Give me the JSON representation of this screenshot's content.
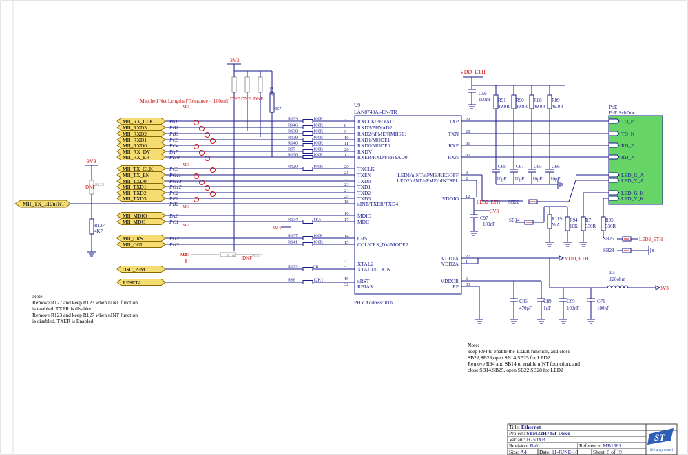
{
  "sheet": {
    "matched_net_note": "Matched Net Lengths [Tolerance = 100mil]",
    "mii_marker": "MII",
    "dnf": "DNF",
    "na": "N/A"
  },
  "power": {
    "v3v3": "3V3",
    "vdd_eth": "VDD_ETH"
  },
  "chip": {
    "ref": "U9",
    "part": "LAN8740Ai-EN-TR",
    "phy_address": "PHY Address: 01h",
    "left_pins": [
      {
        "num": "7",
        "name": "RXCLK/PHYAD1"
      },
      {
        "num": "8",
        "name": "RXD3/PHYAD2"
      },
      {
        "num": "9",
        "name": "RXD2/nPME/RMIISE;"
      },
      {
        "num": "10",
        "name": "RXD1/MODE1"
      },
      {
        "num": "11",
        "name": "RXD0/MODE0"
      },
      {
        "num": "26",
        "name": "RXDV"
      },
      {
        "num": "13",
        "name": "RXER/RXD4/PHYAD0"
      },
      {
        "num": "20",
        "name": "TXCLK"
      },
      {
        "num": "21",
        "name": "TXEN"
      },
      {
        "num": "22",
        "name": "TXD0"
      },
      {
        "num": "23",
        "name": "TXD1"
      },
      {
        "num": "24",
        "name": "TXD2"
      },
      {
        "num": "25",
        "name": "TXD3"
      },
      {
        "num": "18",
        "name": "nINT/TXER/TXD4"
      },
      {
        "num": "16",
        "name": "MDIO"
      },
      {
        "num": "17",
        "name": "MDC"
      },
      {
        "num": "14",
        "name": "CRS"
      },
      {
        "num": "15",
        "name": "COL/CRS_DV/MODE2"
      },
      {
        "num": "4",
        "name": "XTAL2"
      },
      {
        "num": "5",
        "name": "XTAL1/CLKIN"
      },
      {
        "num": "19",
        "name": "nRST"
      },
      {
        "num": "32",
        "name": "RBIAS"
      }
    ],
    "right_pins": [
      {
        "num": "29",
        "name": "TXP"
      },
      {
        "num": "28",
        "name": "TXN"
      },
      {
        "num": "31",
        "name": "RXP"
      },
      {
        "num": "30",
        "name": "RXN"
      },
      {
        "num": "3",
        "name": "LED1/nINT/nPME/REGOFF"
      },
      {
        "num": "2",
        "name": "LED2/nINT/nPME/nINTSEL"
      },
      {
        "num": "12",
        "name": "VDDIO"
      },
      {
        "num": "27",
        "name": "VDD1A"
      },
      {
        "num": "1",
        "name": "VDD2A"
      },
      {
        "num": "6",
        "name": "VDDCR"
      },
      {
        "num": "33",
        "name": "EP"
      }
    ]
  },
  "left_nets": [
    {
      "label": "MII_RX_CLK",
      "port": "PA1",
      "res": "R133",
      "val": "100R"
    },
    {
      "label": "MII_RXD3",
      "port": "PB1",
      "res": "R146",
      "val": "100R"
    },
    {
      "label": "MII_RXD2",
      "port": "PB0",
      "res": "R138",
      "val": "100R"
    },
    {
      "label": "MII_RXD1",
      "port": "PC5",
      "res": "R139",
      "val": "100R"
    },
    {
      "label": "MII_RXD0",
      "port": "PC4",
      "res": "R140",
      "val": "100R"
    },
    {
      "label": "MII_RX_DV",
      "port": "PA7",
      "res": "R97",
      "val": "100R"
    },
    {
      "label": "MII_RX_ER",
      "port": "PI10",
      "res": "R136",
      "val": "100R"
    },
    {
      "label": "MII_TX_CLK",
      "port": "PC3",
      "res": "R120",
      "val": "100R"
    },
    {
      "label": "MII_TX_EN",
      "port": "PG11",
      "res": "",
      "val": ""
    },
    {
      "label": "MII_TXD0",
      "port": "PG13",
      "res": "",
      "val": ""
    },
    {
      "label": "MII_TXD1",
      "port": "PG12",
      "res": "",
      "val": ""
    },
    {
      "label": "MII_TXD2",
      "port": "PC2",
      "res": "",
      "val": ""
    },
    {
      "label": "MII_TXD3",
      "port": "PE2",
      "res": "",
      "val": ""
    },
    {
      "label": "",
      "port": "PB2",
      "res": "",
      "val": ""
    },
    {
      "label": "MII_MDIO",
      "port": "PA2",
      "res": "",
      "val": ""
    },
    {
      "label": "MII_MDC",
      "port": "PC1",
      "res": "R134",
      "val": "1K5"
    },
    {
      "label": "MII_CRS",
      "port": "PH2",
      "res": "R137",
      "val": "100R"
    },
    {
      "label": "MII_COL",
      "port": "PH3",
      "res": "R141",
      "val": "100R"
    },
    {
      "label": "OSC_25M",
      "port": "",
      "res": "R122",
      "val": "0R"
    },
    {
      "label": "RESET#",
      "port": "",
      "res": "R96",
      "val": "12K1"
    }
  ],
  "misc_parts": {
    "r127": "R127",
    "r127_val": "4K7",
    "r123": "R123",
    "r169": "R169",
    "r169_val": "4K7",
    "r166": "R166",
    "mii_tx_er": "MII_TX_ER/nINT"
  },
  "right_parts": {
    "c56": "C56",
    "c56_val": "100nF",
    "r91": "R91",
    "r90": "R90",
    "r88": "R88",
    "r89": "R89",
    "r_val": "49.9R",
    "c68": "C68",
    "c67": "C67",
    "c65": "C65",
    "c66": "C66",
    "c_val": "10pF",
    "c97": "C97",
    "c97_val": "100nF",
    "led2_eth": "LED2_ETH",
    "sb22": "SB22",
    "sb14": "SB14",
    "sb25": "SB25",
    "sb28": "SB28",
    "r119": "R119",
    "r119_val": "N/A",
    "r94": "R94",
    "r94_val": "10K",
    "r7": "R7",
    "r7_val": "330R",
    "r95": "R95",
    "r95_val": "330R",
    "c86": "C86",
    "c86_val": "470pF",
    "c89": "C89",
    "c89_val": "1uF",
    "c69": "C69",
    "c69_val": "100nF",
    "c71": "C71",
    "c71_val": "100nF",
    "l5": "L5",
    "l5_val": "120ohm"
  },
  "poe": {
    "title": "PoE",
    "sheet": "PoE.SchDoc",
    "ports": [
      "TD_P",
      "TD_N",
      "RD_P",
      "RD_N",
      "LED_G_A",
      "LED_Y_A",
      "LED_G_K",
      "LED_Y_K"
    ]
  },
  "notes": {
    "left": [
      "Note:",
      "Remove R127 and keep R123 when nINT function",
      "is enabled. TXER  is disabled",
      "Remove R123 and keep R127  when nINT function",
      "is disabled. TXER is Enabled"
    ],
    "right": [
      "Note:",
      "keep R94 to enable the TXER function, and close",
      "SB22,SB28,open SB14,SB25 for LED2",
      " Remove R94 and SB14 to enable nINT founction, and",
      "close SB14,SB25, open SB22,SB28 for LED2"
    ]
  },
  "titleblock": {
    "title_k": "Title:",
    "title_v": "Ethernet",
    "project_k": "Project:",
    "project_v": "STM32H745I-Disco",
    "variant_k": "Variant:",
    "variant_v": "H750XB",
    "revision_k": "Revision:",
    "revision_v": "B-01",
    "reference_k": "Reference:",
    "reference_v": "MB1381",
    "size_k": "Size:",
    "size_v": "A4",
    "date_k": "Date:",
    "date_v": "11-JUNE-18",
    "sheet_k": "Sheet:",
    "sheet_v": "5",
    "of_k": "of",
    "of_v": "19",
    "logo": "ST",
    "logo_sub": "life.augmented"
  },
  "colors": {
    "wire": "#1a1a8a",
    "red": "#d01010",
    "net_fill": "#f5dc73",
    "net_stroke": "#8a6a00",
    "poe_fill": "#66d466",
    "chip_fill": "#ffffff",
    "gray": "#9a9a9a"
  }
}
